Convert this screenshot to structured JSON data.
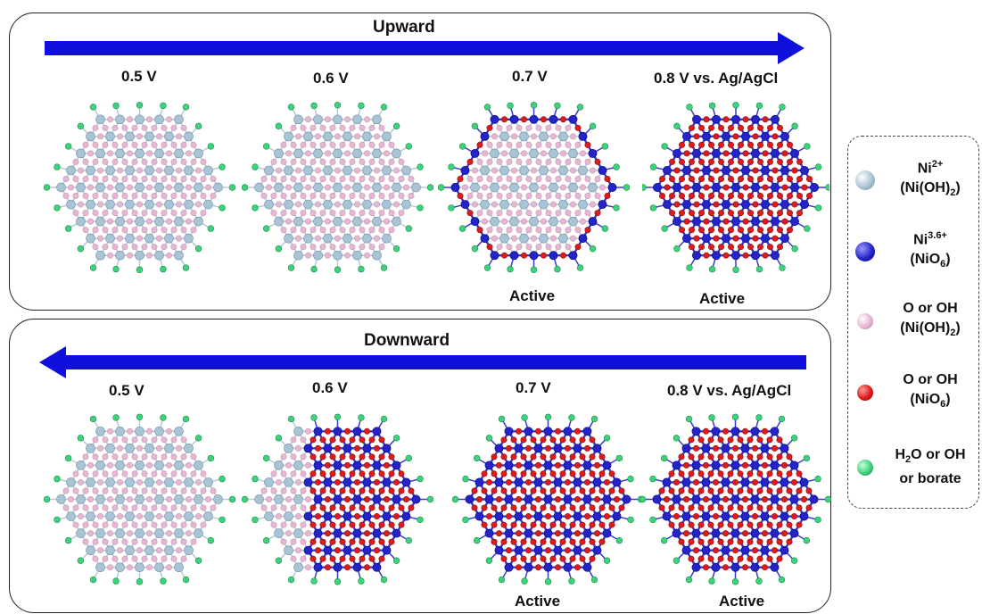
{
  "upward": {
    "title": "Upward",
    "potentials": [
      "0.5 V",
      "0.6 V",
      "0.7 V",
      "0.8 V vs. Ag/AgCl"
    ],
    "active_labels": [
      "Active",
      "Active"
    ]
  },
  "downward": {
    "title": "Downward",
    "potentials": [
      "0.5 V",
      "0.6 V",
      "0.7 V",
      "0.8 V vs. Ag/AgCl"
    ],
    "active_labels": [
      "Active",
      "Active"
    ]
  },
  "clusters": {
    "up": [
      "reduced",
      "reduced",
      "edge-oxidized",
      "oxidized"
    ],
    "down": [
      "reduced",
      "core-oxidized",
      "oxidized",
      "oxidized"
    ]
  },
  "legend": {
    "ni2": {
      "line1": "Ni",
      "sup": "2+",
      "line2_pre": "(Ni(OH)",
      "line2_sub": "2",
      "line2_post": ")"
    },
    "ni36": {
      "line1": "Ni",
      "sup": "3.6+",
      "line2_pre": "(NiO",
      "line2_sub": "6",
      "line2_post": ")"
    },
    "o_reduced": {
      "line1": "O or OH",
      "line2_pre": "(Ni(OH)",
      "line2_sub": "2",
      "line2_post": ")"
    },
    "o_oxidized": {
      "line1": "O or OH",
      "line2_pre": "(NiO",
      "line2_sub": "6",
      "line2_post": ")"
    },
    "water": {
      "line1_pre": "H",
      "line1_sub": "2",
      "line1_post": "O or OH",
      "line2": "or borate"
    }
  },
  "colors": {
    "arrow": "#1010dd",
    "ni2": "#a9c4d4",
    "ni36": "#2424c8",
    "o_reduced": "#e6b6d2",
    "o_oxidized": "#e01a1a",
    "water": "#3ed27a",
    "bond_reduced": "#b9c9d6",
    "bond_oxidized": "#3a3acc"
  }
}
